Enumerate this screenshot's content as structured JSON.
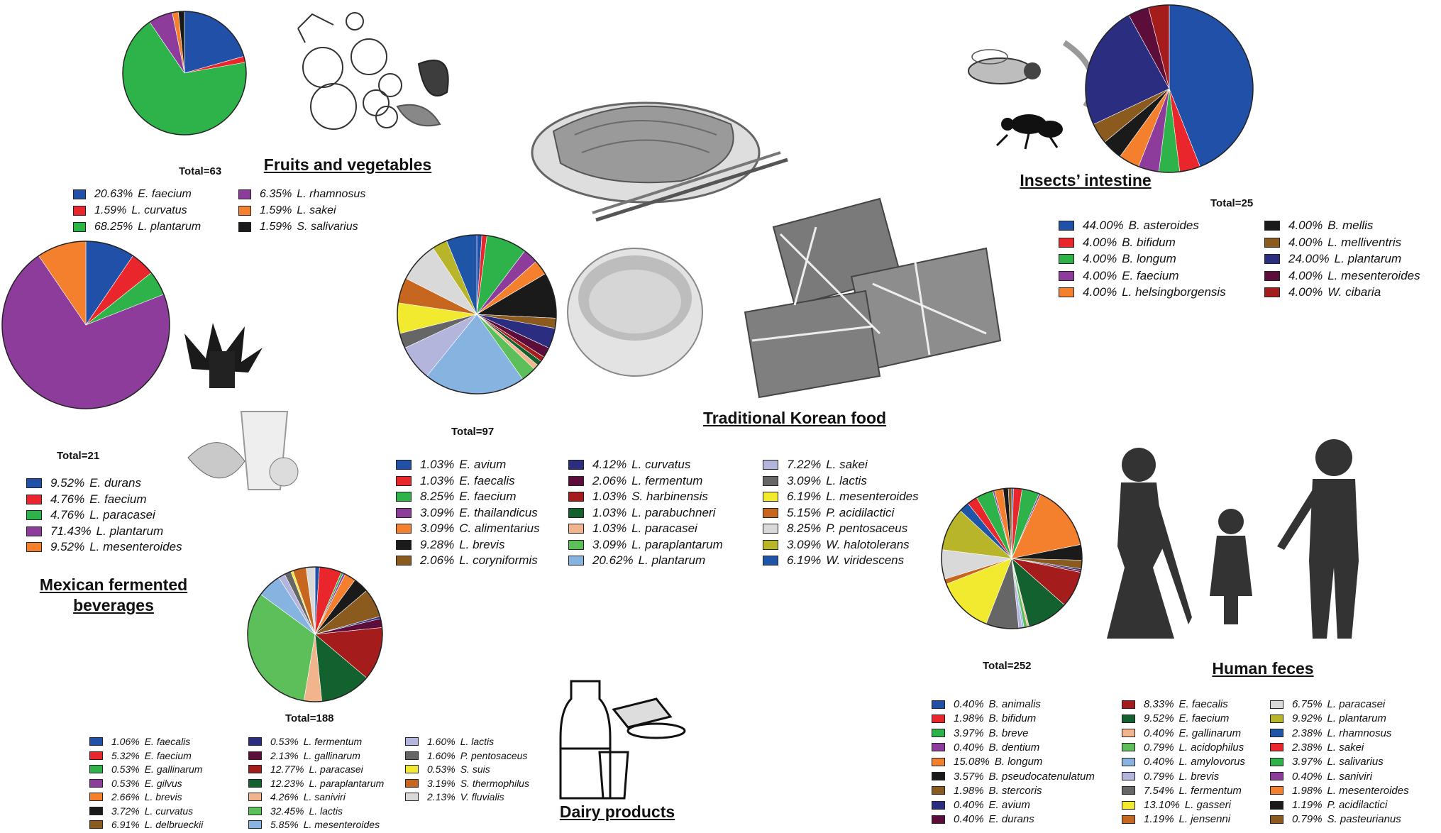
{
  "chart_data": [
    {
      "type": "pie",
      "id": "fruits",
      "title": "Fruits and vegetables",
      "total_label": "Total=63",
      "slices": [
        {
          "label": "E. faecium",
          "pct_label": "20.63%",
          "value": 20.63,
          "color": "#2050A8"
        },
        {
          "label": "L. curvatus",
          "pct_label": "1.59%",
          "value": 1.59,
          "color": "#E8262B"
        },
        {
          "label": "L. plantarum",
          "pct_label": "68.25%",
          "value": 68.25,
          "color": "#2DB34A"
        },
        {
          "label": "L. rhamnosus",
          "pct_label": "6.35%",
          "value": 6.35,
          "color": "#8E3C9C"
        },
        {
          "label": "L. sakei",
          "pct_label": "1.59%",
          "value": 1.59,
          "color": "#F47F2D"
        },
        {
          "label": "S. salivarius",
          "pct_label": "1.59%",
          "value": 1.59,
          "color": "#1A1A1A"
        }
      ]
    },
    {
      "type": "pie",
      "id": "insects",
      "title": "Insects’ intestine",
      "total_label": "Total=25",
      "slices": [
        {
          "label": "B. asteroides",
          "pct_label": "44.00%",
          "value": 44.0,
          "color": "#2050A8"
        },
        {
          "label": "B. bifidum",
          "pct_label": "4.00%",
          "value": 4.0,
          "color": "#E8262B"
        },
        {
          "label": "B. longum",
          "pct_label": "4.00%",
          "value": 4.0,
          "color": "#2DB34A"
        },
        {
          "label": "E. faecium",
          "pct_label": "4.00%",
          "value": 4.0,
          "color": "#8E3C9C"
        },
        {
          "label": "L. helsingborgensis",
          "pct_label": "4.00%",
          "value": 4.0,
          "color": "#F47F2D"
        },
        {
          "label": "B. mellis",
          "pct_label": "4.00%",
          "value": 4.0,
          "color": "#1A1A1A"
        },
        {
          "label": "L. melliventris",
          "pct_label": "4.00%",
          "value": 4.0,
          "color": "#8A5A1E"
        },
        {
          "label": "L. plantarum",
          "pct_label": "24.00%",
          "value": 24.0,
          "color": "#2B2E80"
        },
        {
          "label": "L. mesenteroides",
          "pct_label": "4.00%",
          "value": 4.0,
          "color": "#5C0D3A"
        },
        {
          "label": "W. cibaria",
          "pct_label": "4.00%",
          "value": 4.0,
          "color": "#A51C1C"
        }
      ]
    },
    {
      "type": "pie",
      "id": "mexican",
      "title": "Mexican fermented beverages",
      "total_label": "Total=21",
      "slices": [
        {
          "label": "E. durans",
          "pct_label": "9.52%",
          "value": 9.52,
          "color": "#2050A8"
        },
        {
          "label": "E. faecium",
          "pct_label": "4.76%",
          "value": 4.76,
          "color": "#E8262B"
        },
        {
          "label": "L. paracasei",
          "pct_label": "4.76%",
          "value": 4.76,
          "color": "#2DB34A"
        },
        {
          "label": "L. plantarum",
          "pct_label": "71.43%",
          "value": 71.43,
          "color": "#8E3C9C"
        },
        {
          "label": "L. mesenteroides",
          "pct_label": "9.52%",
          "value": 9.52,
          "color": "#F47F2D"
        }
      ]
    },
    {
      "type": "pie",
      "id": "korean",
      "title": "Traditional Korean food",
      "total_label": "Total=97",
      "slices": [
        {
          "label": "E. avium",
          "pct_label": "1.03%",
          "value": 1.03,
          "color": "#2050A8"
        },
        {
          "label": "E. faecalis",
          "pct_label": "1.03%",
          "value": 1.03,
          "color": "#E8262B"
        },
        {
          "label": "E. faecium",
          "pct_label": "8.25%",
          "value": 8.25,
          "color": "#2DB34A"
        },
        {
          "label": "E. thailandicus",
          "pct_label": "3.09%",
          "value": 3.09,
          "color": "#8E3C9C"
        },
        {
          "label": "C. alimentarius",
          "pct_label": "3.09%",
          "value": 3.09,
          "color": "#F47F2D"
        },
        {
          "label": "L. brevis",
          "pct_label": "9.28%",
          "value": 9.28,
          "color": "#1A1A1A"
        },
        {
          "label": "L. coryniformis",
          "pct_label": "2.06%",
          "value": 2.06,
          "color": "#8A5A1E"
        },
        {
          "label": "L. curvatus",
          "pct_label": "4.12%",
          "value": 4.12,
          "color": "#2B2E80"
        },
        {
          "label": "L. fermentum",
          "pct_label": "2.06%",
          "value": 2.06,
          "color": "#5C0D3A"
        },
        {
          "label": "S. harbinensis",
          "pct_label": "1.03%",
          "value": 1.03,
          "color": "#A51C1C"
        },
        {
          "label": "L. parabuchneri",
          "pct_label": "1.03%",
          "value": 1.03,
          "color": "#12612E"
        },
        {
          "label": "L. paracasei",
          "pct_label": "1.03%",
          "value": 1.03,
          "color": "#F2B48C"
        },
        {
          "label": "L. paraplantarum",
          "pct_label": "3.09%",
          "value": 3.09,
          "color": "#5CBF5A"
        },
        {
          "label": "L. plantarum",
          "pct_label": "20.62%",
          "value": 20.62,
          "color": "#86B3E0"
        },
        {
          "label": "L. sakei",
          "pct_label": "7.22%",
          "value": 7.22,
          "color": "#B3B5DD"
        },
        {
          "label": "L. lactis",
          "pct_label": "3.09%",
          "value": 3.09,
          "color": "#666666"
        },
        {
          "label": "L. mesenteroides",
          "pct_label": "6.19%",
          "value": 6.19,
          "color": "#F2EA2E"
        },
        {
          "label": "P. acidilactici",
          "pct_label": "5.15%",
          "value": 5.15,
          "color": "#C7661E"
        },
        {
          "label": "P. pentosaceus",
          "pct_label": "8.25%",
          "value": 8.25,
          "color": "#D9D9D9"
        },
        {
          "label": "W. halotolerans",
          "pct_label": "3.09%",
          "value": 3.09,
          "color": "#B9B52A"
        },
        {
          "label": "W. viridescens",
          "pct_label": "6.19%",
          "value": 6.19,
          "color": "#1F55A6"
        }
      ]
    },
    {
      "type": "pie",
      "id": "dairy",
      "title": "Dairy products",
      "total_label": "Total=188",
      "slices": [
        {
          "label": "E. faecalis",
          "pct_label": "1.06%",
          "value": 1.06,
          "color": "#2050A8"
        },
        {
          "label": "E. faecium",
          "pct_label": "5.32%",
          "value": 5.32,
          "color": "#E8262B"
        },
        {
          "label": "E. gallinarum",
          "pct_label": "0.53%",
          "value": 0.53,
          "color": "#2DB34A"
        },
        {
          "label": "E. gilvus",
          "pct_label": "0.53%",
          "value": 0.53,
          "color": "#8E3C9C"
        },
        {
          "label": "L. brevis",
          "pct_label": "2.66%",
          "value": 2.66,
          "color": "#F47F2D"
        },
        {
          "label": "L. curvatus",
          "pct_label": "3.72%",
          "value": 3.72,
          "color": "#1A1A1A"
        },
        {
          "label": "L. delbrueckii",
          "pct_label": "6.91%",
          "value": 6.91,
          "color": "#8A5A1E"
        },
        {
          "label": "L. fermentum",
          "pct_label": "0.53%",
          "value": 0.53,
          "color": "#2B2E80"
        },
        {
          "label": "L. gallinarum",
          "pct_label": "2.13%",
          "value": 2.13,
          "color": "#5C0D3A"
        },
        {
          "label": "L. paracasei",
          "pct_label": "12.77%",
          "value": 12.77,
          "color": "#A51C1C"
        },
        {
          "label": "L. paraplantarum",
          "pct_label": "12.23%",
          "value": 12.23,
          "color": "#12612E"
        },
        {
          "label": "L. saniviri",
          "pct_label": "4.26%",
          "value": 4.26,
          "color": "#F2B48C"
        },
        {
          "label": "L. lactis",
          "pct_label": "32.45%",
          "value": 32.45,
          "color": "#5CBF5A"
        },
        {
          "label": "L. mesenteroides",
          "pct_label": "5.85%",
          "value": 5.85,
          "color": "#86B3E0"
        },
        {
          "label": "L. lactis",
          "pct_label": "1.60%",
          "value": 1.6,
          "color": "#B3B5DD"
        },
        {
          "label": "P. pentosaceus",
          "pct_label": "1.60%",
          "value": 1.6,
          "color": "#666666"
        },
        {
          "label": "S. suis",
          "pct_label": "0.53%",
          "value": 0.53,
          "color": "#F2EA2E"
        },
        {
          "label": "S. thermophilus",
          "pct_label": "3.19%",
          "value": 3.19,
          "color": "#C7661E"
        },
        {
          "label": "V. fluvialis",
          "pct_label": "2.13%",
          "value": 2.13,
          "color": "#D9D9D9"
        }
      ]
    },
    {
      "type": "pie",
      "id": "feces",
      "title": "Human feces",
      "total_label": "Total=252",
      "slices": [
        {
          "label": "B. animalis",
          "pct_label": "0.40%",
          "value": 0.4,
          "color": "#2050A8"
        },
        {
          "label": "B. bifidum",
          "pct_label": "1.98%",
          "value": 1.98,
          "color": "#E8262B"
        },
        {
          "label": "B. breve",
          "pct_label": "3.97%",
          "value": 3.97,
          "color": "#2DB34A"
        },
        {
          "label": "B. dentium",
          "pct_label": "0.40%",
          "value": 0.4,
          "color": "#8E3C9C"
        },
        {
          "label": "B. longum",
          "pct_label": "15.08%",
          "value": 15.08,
          "color": "#F47F2D"
        },
        {
          "label": "B. pseudocatenulatum",
          "pct_label": "3.57%",
          "value": 3.57,
          "color": "#1A1A1A"
        },
        {
          "label": "B. stercoris",
          "pct_label": "1.98%",
          "value": 1.98,
          "color": "#8A5A1E"
        },
        {
          "label": "E. avium",
          "pct_label": "0.40%",
          "value": 0.4,
          "color": "#2B2E80"
        },
        {
          "label": "E. durans",
          "pct_label": "0.40%",
          "value": 0.4,
          "color": "#5C0D3A"
        },
        {
          "label": "E. faecalis",
          "pct_label": "8.33%",
          "value": 8.33,
          "color": "#A51C1C"
        },
        {
          "label": "E. faecium",
          "pct_label": "9.52%",
          "value": 9.52,
          "color": "#12612E"
        },
        {
          "label": "E. gallinarum",
          "pct_label": "0.40%",
          "value": 0.4,
          "color": "#F2B48C"
        },
        {
          "label": "L. acidophilus",
          "pct_label": "0.79%",
          "value": 0.79,
          "color": "#5CBF5A"
        },
        {
          "label": "L. amylovorus",
          "pct_label": "0.40%",
          "value": 0.4,
          "color": "#86B3E0"
        },
        {
          "label": "L. brevis",
          "pct_label": "0.79%",
          "value": 0.79,
          "color": "#B3B5DD"
        },
        {
          "label": "L. fermentum",
          "pct_label": "7.54%",
          "value": 7.54,
          "color": "#666666"
        },
        {
          "label": "L. gasseri",
          "pct_label": "13.10%",
          "value": 13.1,
          "color": "#F2EA2E"
        },
        {
          "label": "L. jensenni",
          "pct_label": "1.19%",
          "value": 1.19,
          "color": "#C7661E"
        },
        {
          "label": "L. paracasei",
          "pct_label": "6.75%",
          "value": 6.75,
          "color": "#D9D9D9"
        },
        {
          "label": "L. plantarum",
          "pct_label": "9.92%",
          "value": 9.92,
          "color": "#B9B52A"
        },
        {
          "label": "L. rhamnosus",
          "pct_label": "2.38%",
          "value": 2.38,
          "color": "#1F55A6"
        },
        {
          "label": "L. sakei",
          "pct_label": "2.38%",
          "value": 2.38,
          "color": "#E8262B"
        },
        {
          "label": "L. salivarius",
          "pct_label": "3.97%",
          "value": 3.97,
          "color": "#2DB34A"
        },
        {
          "label": "L. saniviri",
          "pct_label": "0.40%",
          "value": 0.4,
          "color": "#8E3C9C"
        },
        {
          "label": "L. mesenteroides",
          "pct_label": "1.98%",
          "value": 1.98,
          "color": "#F47F2D"
        },
        {
          "label": "P. acidilactici",
          "pct_label": "1.19%",
          "value": 1.19,
          "color": "#1A1A1A"
        },
        {
          "label": "S. pasteurianus",
          "pct_label": "0.79%",
          "value": 0.79,
          "color": "#8A5A1E"
        }
      ]
    }
  ]
}
